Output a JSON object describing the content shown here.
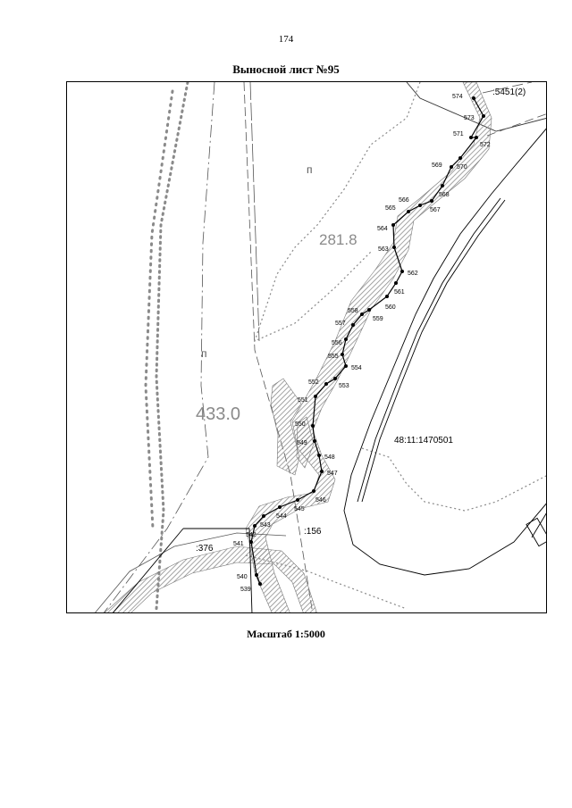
{
  "page": {
    "number": "174",
    "title": "Выносной лист №95",
    "scale": "Масштаб 1:5000"
  },
  "map": {
    "parcel_labels": {
      "main_parcel": "48:11:1470501",
      "parcel_5451": ":5451(2)",
      "parcel_376": ":376",
      "parcel_156": ":156"
    },
    "area_labels": {
      "area_433": "433.0",
      "area_281": "281.8"
    },
    "land_category_marks": [
      "п",
      "п"
    ],
    "boundary_points": [
      {
        "id": "574"
      },
      {
        "id": "573"
      },
      {
        "id": "571"
      },
      {
        "id": "572"
      },
      {
        "id": "570"
      },
      {
        "id": "569"
      },
      {
        "id": "568"
      },
      {
        "id": "567"
      },
      {
        "id": "566"
      },
      {
        "id": "565"
      },
      {
        "id": "564"
      },
      {
        "id": "563"
      },
      {
        "id": "562"
      },
      {
        "id": "561"
      },
      {
        "id": "560"
      },
      {
        "id": "559"
      },
      {
        "id": "558"
      },
      {
        "id": "557"
      },
      {
        "id": "556"
      },
      {
        "id": "555"
      },
      {
        "id": "554"
      },
      {
        "id": "553"
      },
      {
        "id": "552"
      },
      {
        "id": "551"
      },
      {
        "id": "550"
      },
      {
        "id": "549"
      },
      {
        "id": "548"
      },
      {
        "id": "547"
      },
      {
        "id": "546"
      },
      {
        "id": "545"
      },
      {
        "id": "544"
      },
      {
        "id": "543"
      },
      {
        "id": "542"
      },
      {
        "id": "541"
      },
      {
        "id": "540"
      },
      {
        "id": "539"
      }
    ],
    "colors": {
      "hatch": "#9a9a9a",
      "line": "#000000",
      "dots": "#8a8a8a",
      "dash": "#555555"
    }
  }
}
